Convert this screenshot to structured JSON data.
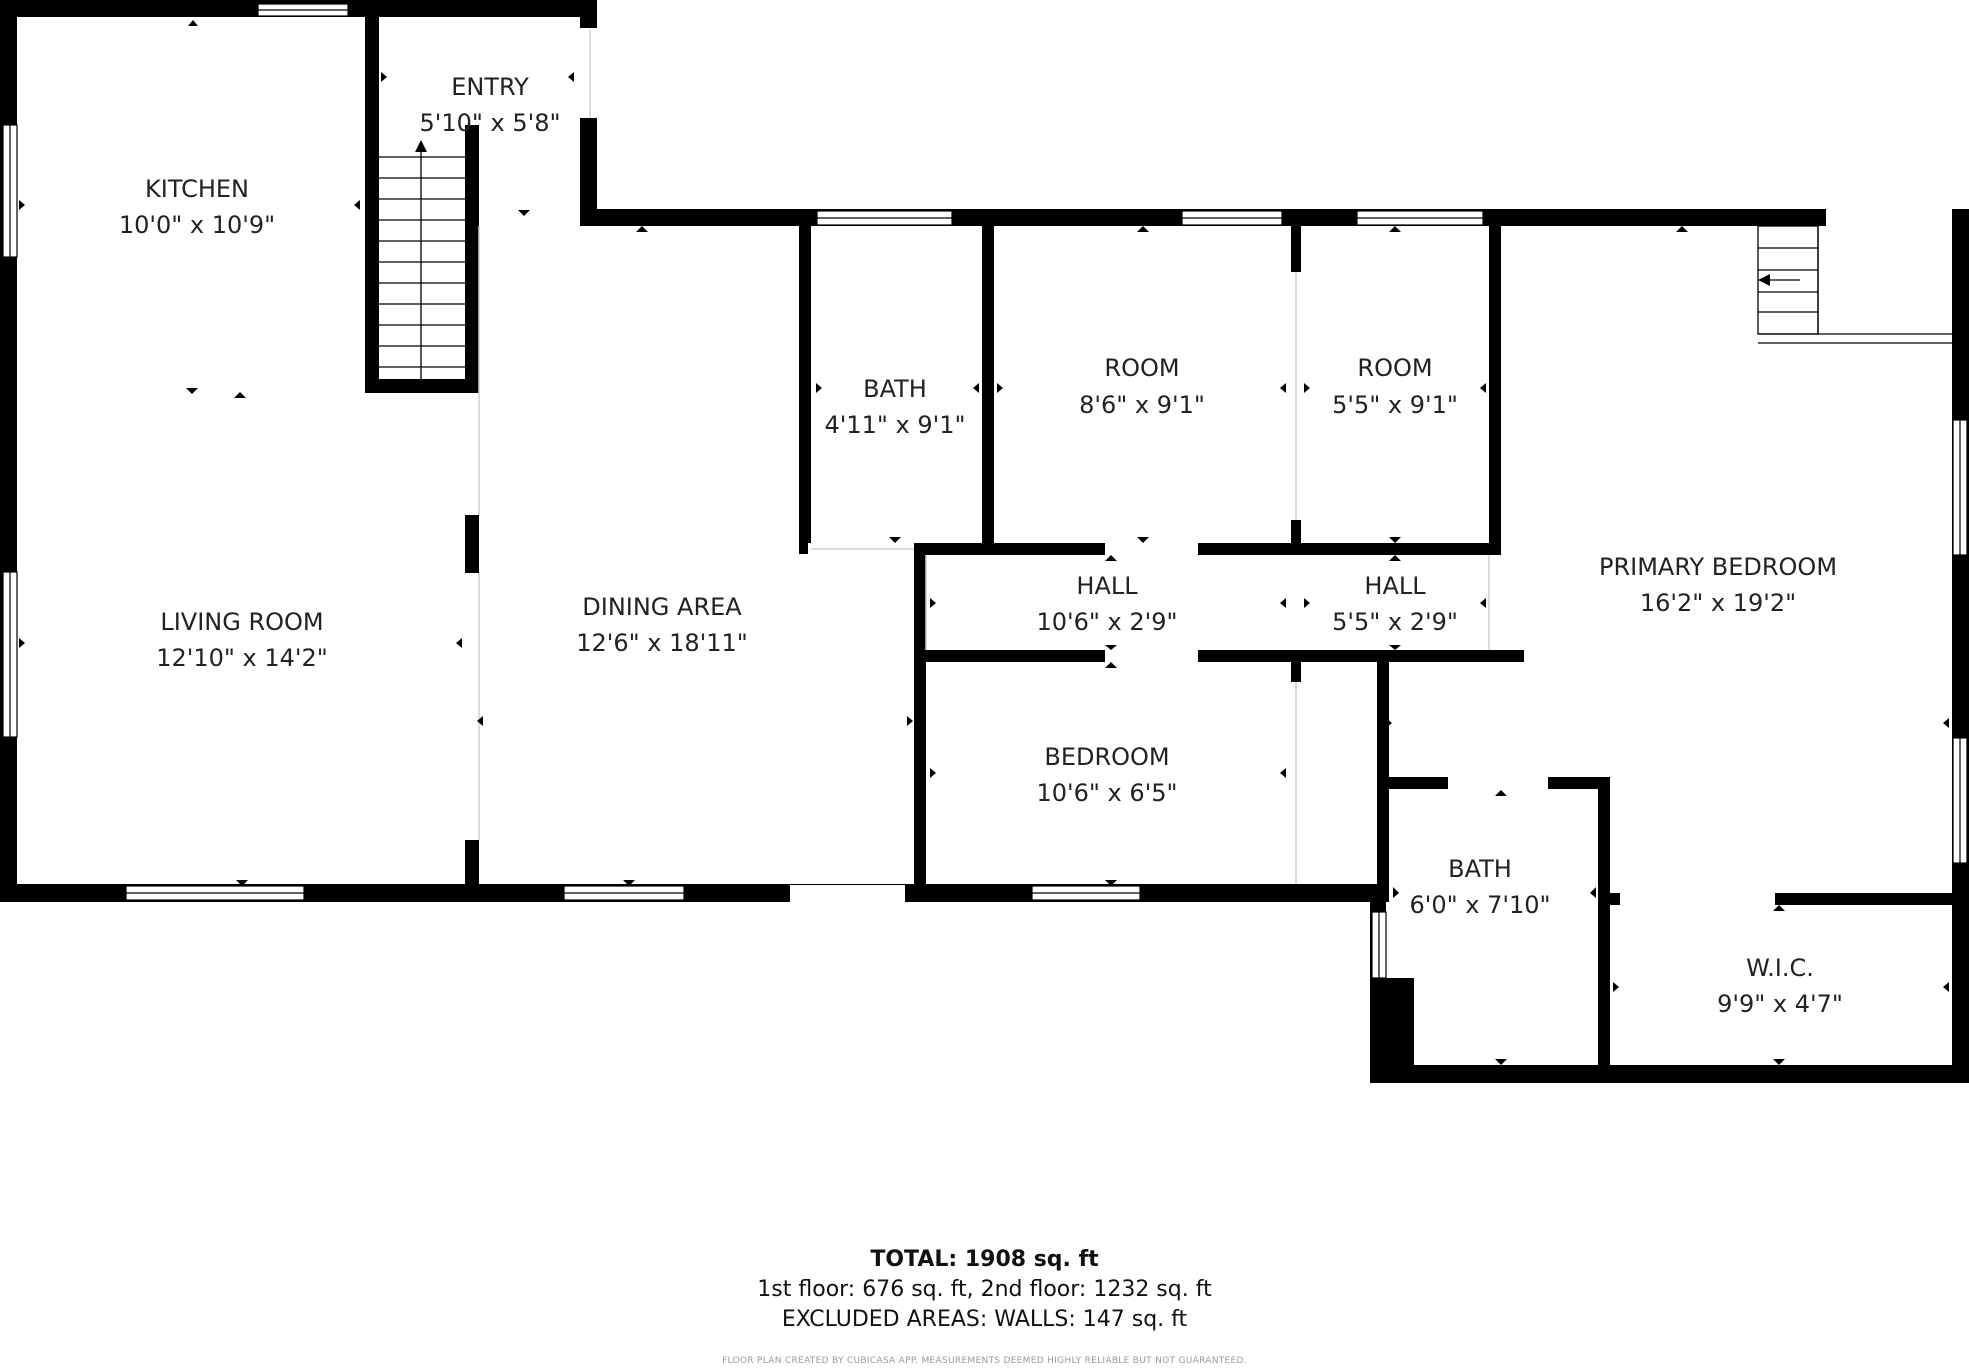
{
  "rooms": [
    {
      "id": "kitchen",
      "name": "KITCHEN",
      "dims": "10'0\" x 10'9\""
    },
    {
      "id": "entry",
      "name": "ENTRY",
      "dims": "5'10\" x 5'8\""
    },
    {
      "id": "living-room",
      "name": "LIVING ROOM",
      "dims": "12'10\" x 14'2\""
    },
    {
      "id": "dining-area",
      "name": "DINING AREA",
      "dims": "12'6\" x 18'11\""
    },
    {
      "id": "bath-1",
      "name": "BATH",
      "dims": "4'11\" x 9'1\""
    },
    {
      "id": "room-1",
      "name": "ROOM",
      "dims": "8'6\" x 9'1\""
    },
    {
      "id": "room-2",
      "name": "ROOM",
      "dims": "5'5\" x 9'1\""
    },
    {
      "id": "hall-1",
      "name": "HALL",
      "dims": "10'6\" x 2'9\""
    },
    {
      "id": "hall-2",
      "name": "HALL",
      "dims": "5'5\" x 2'9\""
    },
    {
      "id": "bedroom",
      "name": "BEDROOM",
      "dims": "10'6\" x 6'5\""
    },
    {
      "id": "primary-bedroom",
      "name": "PRIMARY BEDROOM",
      "dims": "16'2\" x 19'2\""
    },
    {
      "id": "bath-2",
      "name": "BATH",
      "dims": "6'0\" x 7'10\""
    },
    {
      "id": "wic",
      "name": "W.I.C.",
      "dims": "9'9\" x 4'7\""
    }
  ],
  "totals": {
    "title": "TOTAL: 1908 sq. ft",
    "floors": "1st floor: 676 sq. ft, 2nd floor: 1232 sq. ft",
    "excluded": "EXCLUDED AREAS: WALLS: 147 sq. ft"
  },
  "disclaimer": "FLOOR PLAN CREATED BY CUBICASA APP. MEASUREMENTS DEEMED HIGHLY RELIABLE BUT NOT GUARANTEED.",
  "colors": {
    "walls": "#000000",
    "background": "#ffffff",
    "text": "#222222",
    "disclaimer": "#9a9a9a"
  }
}
